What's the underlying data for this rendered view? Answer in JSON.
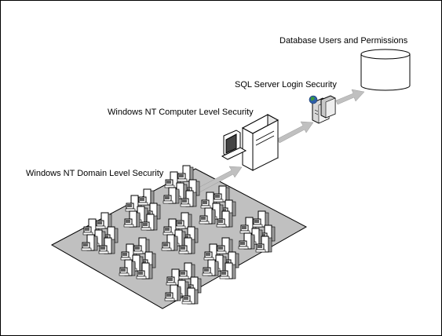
{
  "labels": {
    "database": "Database Users and Permissions",
    "sql_login": "SQL Server Login Security",
    "computer": "Windows NT Computer Level Security",
    "domain": "Windows NT Domain Level Security"
  },
  "icons": [
    "database-cylinder-icon",
    "sql-server-icon",
    "server-computer-icon",
    "workstation-icon"
  ],
  "colors": {
    "arrow": "#c0c0c0",
    "floor": "#c0c0c0",
    "outline": "#000000",
    "fill": "#ffffff",
    "sql_blue": "#2e5ea8",
    "sql_green": "#3a9a3a"
  }
}
